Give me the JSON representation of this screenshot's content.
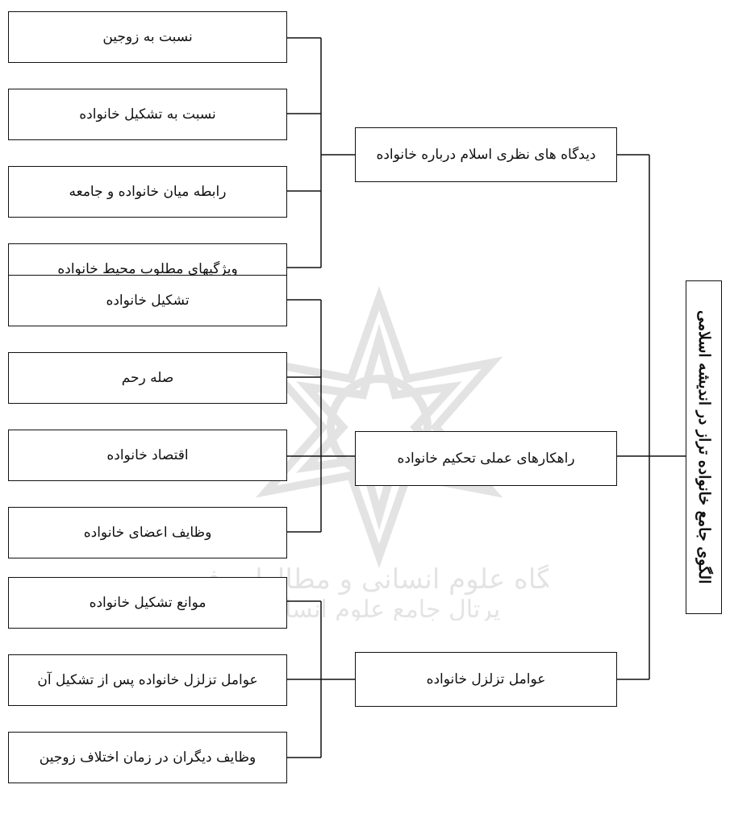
{
  "root": {
    "label": "الگوی جامع خانواده تراز در اندیشه اسلامی"
  },
  "branches": [
    {
      "label": "دیدگاه های نظری اسلام درباره خانواده",
      "items": [
        "نسبت به زوجین",
        "نسبت به تشکیل خانواده",
        "رابطه میان خانواده و جامعه",
        "ویژگیهای مطلوب محیط خانواده"
      ]
    },
    {
      "label": "راهکارهای عملی تحکیم خانواده",
      "items": [
        "تشکیل خانواده",
        "صله رحم",
        "اقتصاد خانواده",
        "وظایف اعضای خانواده"
      ]
    },
    {
      "label": "عوامل تزلزل خانواده",
      "items": [
        "موانع تشکیل خانواده",
        "عوامل تزلزل خانواده پس از تشکیل آن",
        "وظایف دیگران در زمان اختلاف زوجین"
      ]
    }
  ],
  "watermark": {
    "line1": "پژوهشگاه علوم انسانی و مطالعات فرهنگی",
    "line2": "پرتال جامع علوم انسانی"
  }
}
